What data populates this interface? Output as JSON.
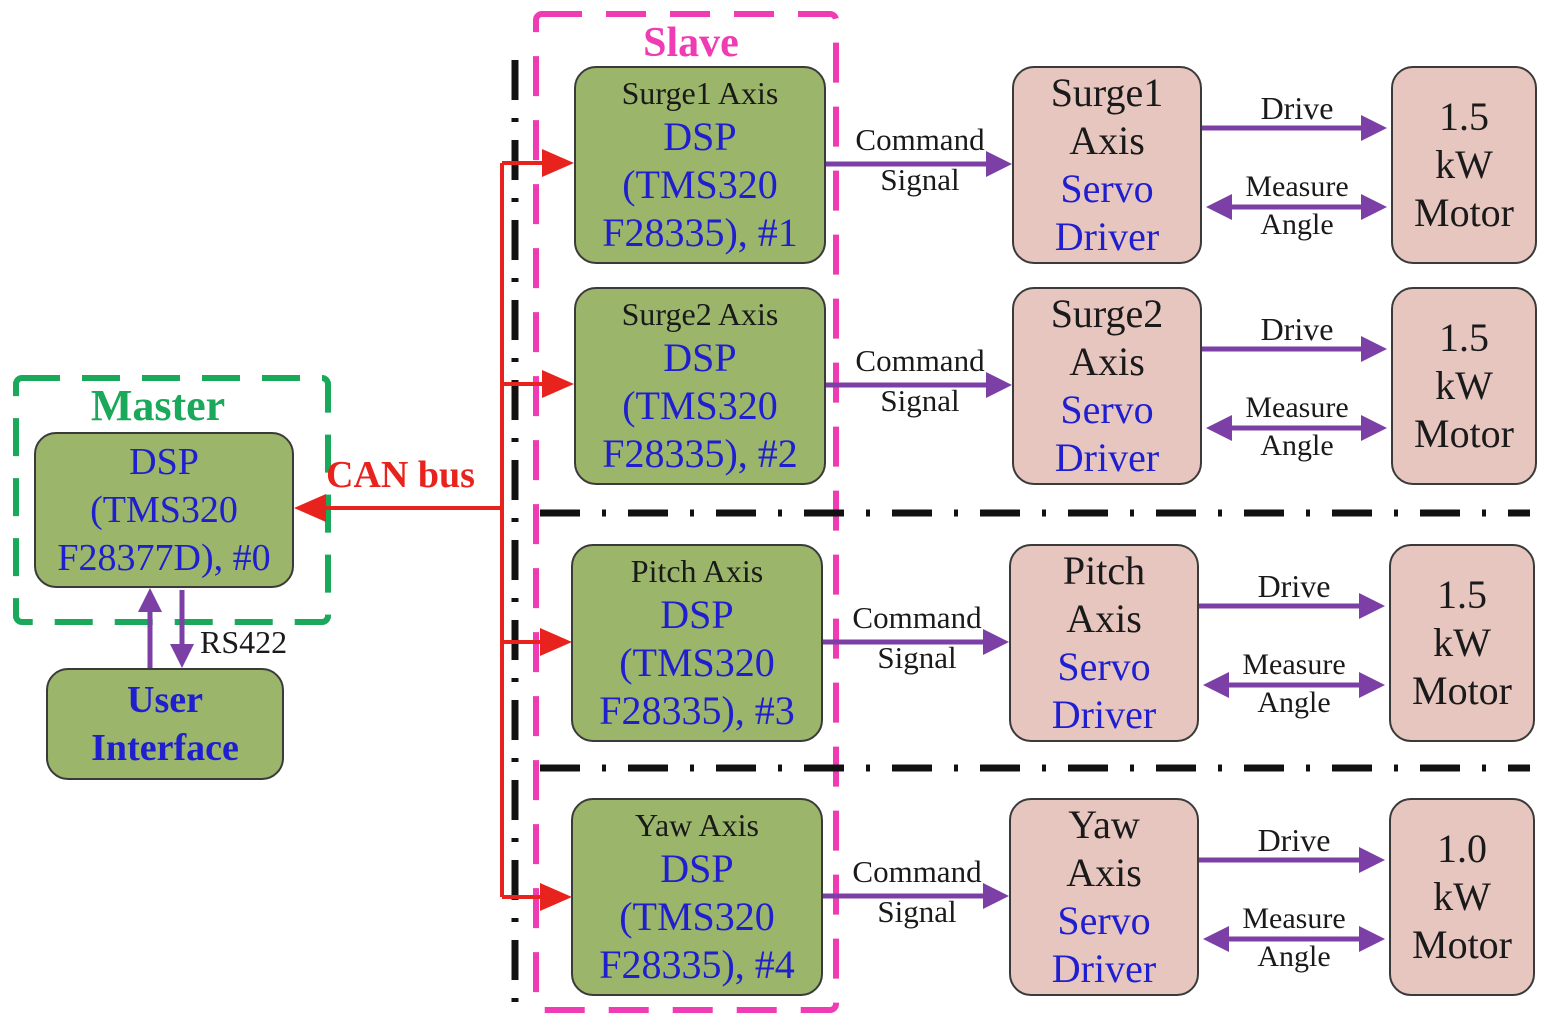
{
  "master": {
    "title": "Master",
    "dsp": [
      "DSP",
      "(TMS320",
      "F28377D), #0"
    ],
    "link_label": "RS422",
    "ui": [
      "User",
      "Interface"
    ]
  },
  "bus": {
    "label": "CAN bus"
  },
  "slave": {
    "title": "Slave"
  },
  "labels": {
    "command": "Command",
    "signal": "Signal",
    "drive": "Drive",
    "measure": "Measure",
    "angle": "Angle"
  },
  "axes": [
    {
      "dsp": [
        "Surge1 Axis",
        "DSP",
        "(TMS320",
        "F28335), #1"
      ],
      "driver": [
        "Surge1",
        "Axis",
        "Servo",
        "Driver"
      ],
      "motor": [
        "1.5",
        "kW",
        "Motor"
      ]
    },
    {
      "dsp": [
        "Surge2 Axis",
        "DSP",
        "(TMS320",
        "F28335), #2"
      ],
      "driver": [
        "Surge2",
        "Axis",
        "Servo",
        "Driver"
      ],
      "motor": [
        "1.5",
        "kW",
        "Motor"
      ]
    },
    {
      "dsp": [
        "Pitch Axis",
        "DSP",
        "(TMS320",
        "F28335), #3"
      ],
      "driver": [
        "Pitch",
        "Axis",
        "Servo",
        "Driver"
      ],
      "motor": [
        "1.5",
        "kW",
        "Motor"
      ]
    },
    {
      "dsp": [
        "Yaw Axis",
        "DSP",
        "(TMS320",
        "F28335), #4"
      ],
      "driver": [
        "Yaw",
        "Axis",
        "Servo",
        "Driver"
      ],
      "motor": [
        "1.0",
        "kW",
        "Motor"
      ]
    }
  ],
  "colors": {
    "can_bus": "#e8231e",
    "signal_arrow": "#7b3fa6",
    "master_border": "#1aa85a",
    "slave_border": "#f03cb4",
    "divider": "#111111"
  }
}
